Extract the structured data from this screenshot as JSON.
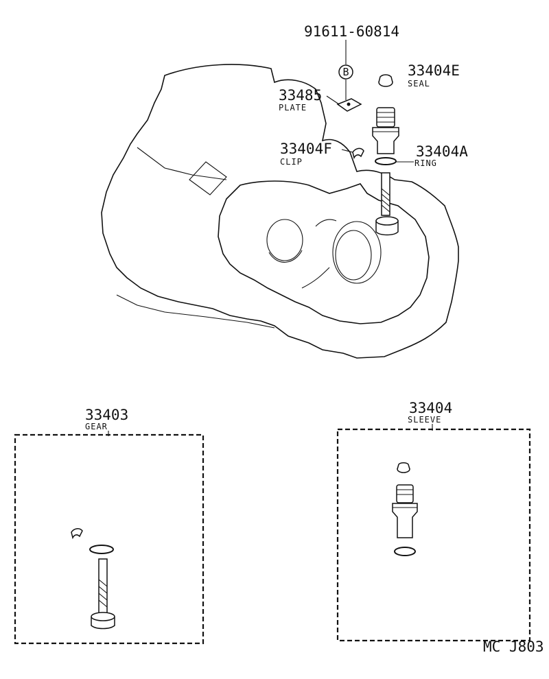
{
  "callouts": {
    "bolt": {
      "number": "91611-60814",
      "symbol": "B"
    },
    "seal": {
      "number": "33404E",
      "name": "SEAL"
    },
    "plate": {
      "number": "33485",
      "name": "PLATE"
    },
    "clip": {
      "number": "33404F",
      "name": "CLIP"
    },
    "ring": {
      "number": "33404A",
      "name": "RING"
    }
  },
  "kits": {
    "gear": {
      "number": "33403",
      "name": "GEAR"
    },
    "sleeve": {
      "number": "33404",
      "name": "SLEEVE"
    }
  },
  "figure_code": "MC J803"
}
